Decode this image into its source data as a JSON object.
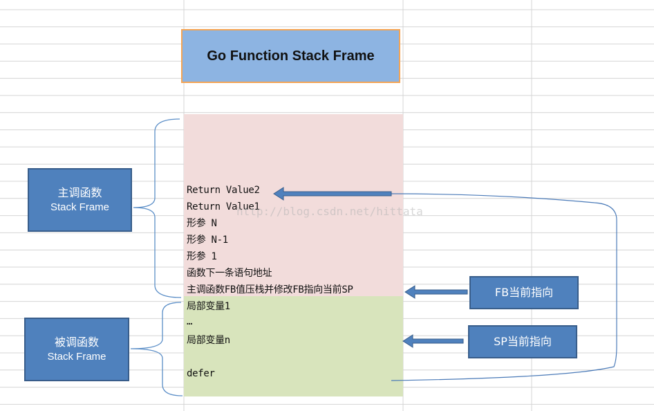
{
  "title": "Go Function Stack Frame",
  "watermark": "http://blog.csdn.net/hittata",
  "stack_lines": [
    "Return Value2",
    "Return Value1",
    "形参 N",
    "形参 N-1",
    "形参 1",
    "函数下一条语句地址",
    "主调函数FB值压栈并修改FB指向当前SP",
    "局部变量1",
    "…",
    "局部变量n",
    "defer"
  ],
  "caller_box": {
    "cn": "主调函数",
    "en": "Stack Frame"
  },
  "callee_box": {
    "cn": "被调函数",
    "en": "Stack Frame"
  },
  "fb_box": {
    "label": "FB当前指向"
  },
  "sp_box": {
    "label": "SP当前指向"
  },
  "colors": {
    "title_fill": "#8db4e2",
    "title_border": "#f4a454",
    "caller_region": "#f2dcdb",
    "callee_region": "#d8e4bc",
    "box_fill": "#4f81bd",
    "box_border": "#385d8a",
    "arrow_fill": "#4f81bd",
    "grid_line": "#d4d4d4"
  }
}
